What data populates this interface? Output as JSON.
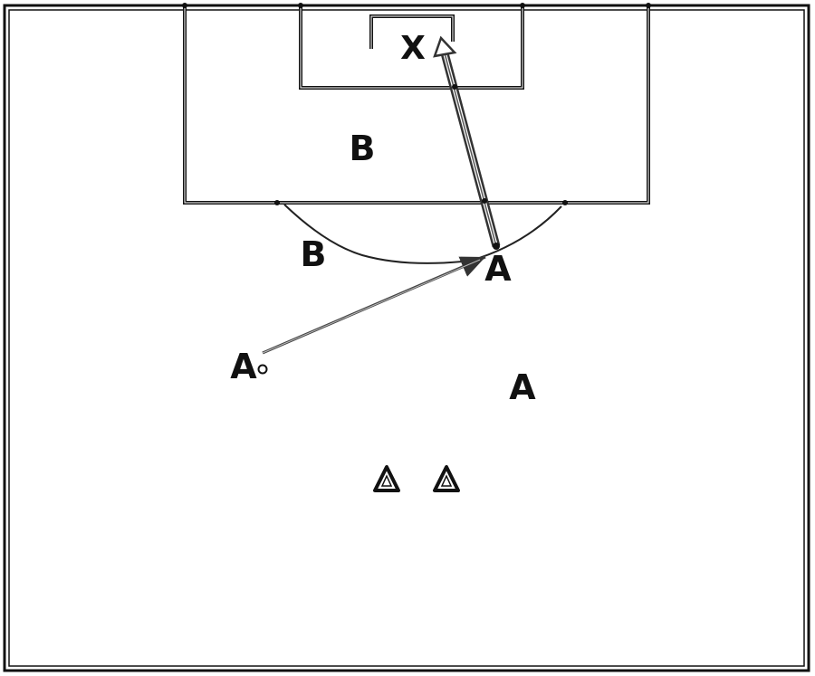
{
  "diagram": {
    "goalkeeper_label": "X",
    "labels": {
      "defender_box": "B",
      "defender_arc": "B",
      "attacker_arc": "A",
      "attacker_ball": "A",
      "attacker_right": "A"
    },
    "markers": {
      "cone_left": "cone-icon",
      "cone_right": "cone-icon",
      "ball": "ball-icon"
    },
    "colors": {
      "lines": "#111111",
      "pass_arrow": "#444444",
      "shot_arrow": "#333333",
      "background": "#ffffff"
    }
  }
}
